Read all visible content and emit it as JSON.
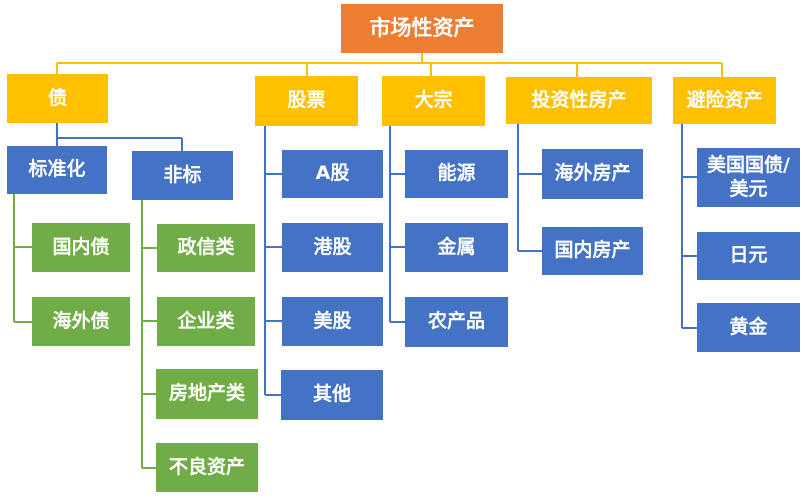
{
  "diagram_type": "org-chart-hierarchy",
  "colors": {
    "root_fill": "#ED7D31",
    "category_fill": "#FFC000",
    "blue_fill": "#4472C4",
    "green_fill": "#70AD47",
    "connector_yellow": "#FFC000",
    "connector_blue": "#4472C4",
    "connector_green": "#70AD47",
    "text": "#FFFFFF",
    "background": "#FFFFFF"
  },
  "tree": {
    "label": "市场性资产",
    "children": [
      {
        "label": "债",
        "children": [
          {
            "label": "标准化",
            "children": [
              {
                "label": "国内债"
              },
              {
                "label": "海外债"
              }
            ]
          },
          {
            "label": "非标",
            "children": [
              {
                "label": "政信类"
              },
              {
                "label": "企业类"
              },
              {
                "label": "房地产类"
              },
              {
                "label": "不良资产"
              }
            ]
          }
        ]
      },
      {
        "label": "股票",
        "children": [
          {
            "label": "A股"
          },
          {
            "label": "港股"
          },
          {
            "label": "美股"
          },
          {
            "label": "其他"
          }
        ]
      },
      {
        "label": "大宗",
        "children": [
          {
            "label": "能源"
          },
          {
            "label": "金属"
          },
          {
            "label": "农产品"
          }
        ]
      },
      {
        "label": "投资性房产",
        "children": [
          {
            "label": "海外房产"
          },
          {
            "label": "国内房产"
          }
        ]
      },
      {
        "label": "避险资产",
        "children": [
          {
            "label": "美国国债/美元"
          },
          {
            "label": "日元"
          },
          {
            "label": "黄金"
          }
        ]
      }
    ]
  }
}
